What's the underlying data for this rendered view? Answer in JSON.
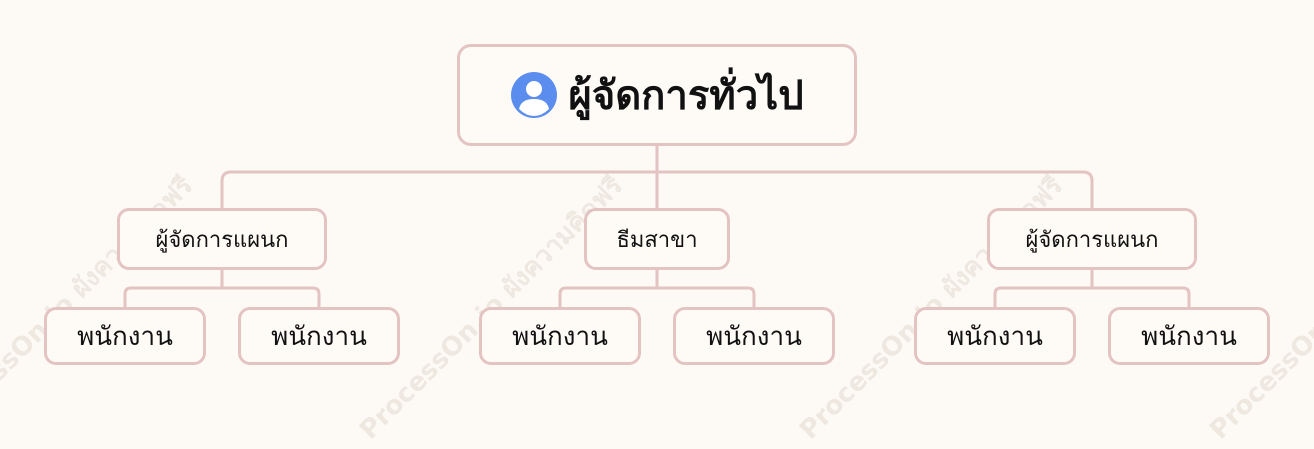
{
  "root": {
    "label": "ผู้จัดการทั่วไป",
    "icon": "user-avatar-icon",
    "icon_color": "#5b8def"
  },
  "branches": [
    {
      "label": "ผู้จัดการแผนก",
      "children": [
        "พนักงาน",
        "พนักงาน"
      ]
    },
    {
      "label": "ธีมสาขา",
      "children": [
        "พนักงาน",
        "พนักงาน"
      ]
    },
    {
      "label": "ผู้จัดการแผนก",
      "children": [
        "พนักงาน",
        "พนักงาน"
      ]
    }
  ],
  "watermark": {
    "text": "ProcessOn.io ผังความคิดฟรี"
  },
  "colors": {
    "background": "#fdfaf5",
    "node_border": "#e4c3c3",
    "connector": "#e4c3c3",
    "text": "#111111"
  }
}
